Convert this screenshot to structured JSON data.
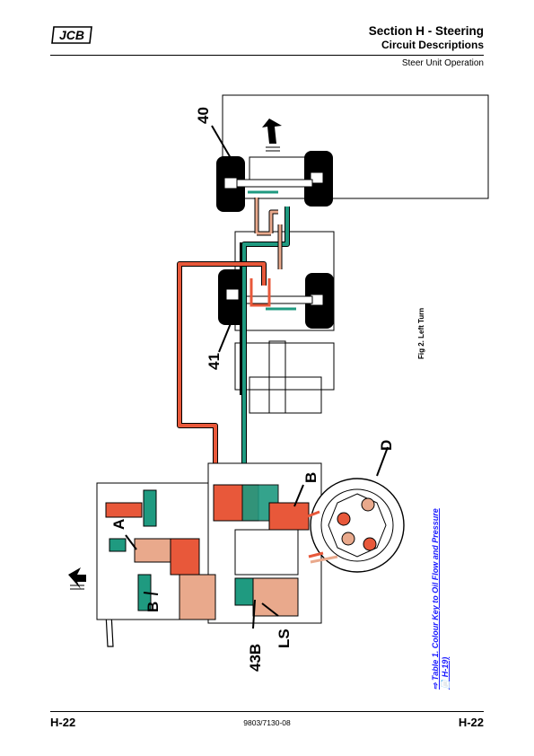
{
  "header": {
    "logo_text": "JCB",
    "section_title": "Section H - Steering",
    "subsection_title": "Circuit Descriptions",
    "topic": "Steer Unit Operation"
  },
  "figure": {
    "caption": "Fig 2. Left Turn",
    "callouts": {
      "c40": "40",
      "c41": "41",
      "cA": "A",
      "cB_upper": "B",
      "cB_lower": "B",
      "cD": "D",
      "c43B": "43B",
      "cLS": "LS"
    },
    "colors": {
      "high_pressure": "#e8583a",
      "low_pressure": "#e9a98c",
      "return": "#1f9a80",
      "outline": "#000000"
    }
  },
  "reference": {
    "arrow_glyph": "⇨",
    "line1": "Table 1. Colour Key to Oil Flow and Pressure",
    "line2_icon": "📄",
    "line2": "H-19)"
  },
  "footer": {
    "page_left": "H-22",
    "doc_number": "9803/7130-08",
    "page_right": "H-22"
  }
}
